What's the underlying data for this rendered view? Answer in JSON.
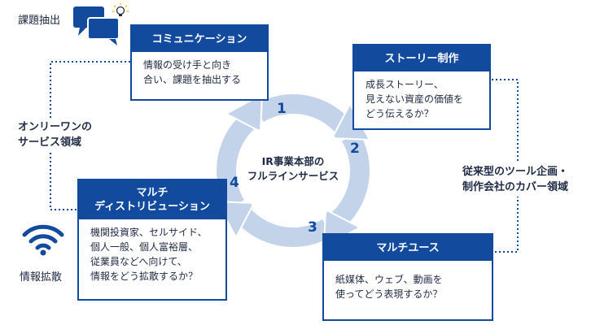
{
  "labels": {
    "issue_extraction": "課題抽出",
    "info_diffusion": "情報拡散",
    "left_note": "オンリーワンの\nサービス領域",
    "right_note": "従来型のツール企画・\n制作会社のカバー領域",
    "center": "IR事業本部の\nフルラインサービス"
  },
  "cycle": {
    "numbers": [
      "1",
      "2",
      "3",
      "4"
    ]
  },
  "cards": {
    "communication": {
      "title": "コミュニケーション",
      "body": "情報の受け手と向き\n合い、課題を抽出する"
    },
    "story": {
      "title": "ストーリー制作",
      "body": "成長ストーリー、\n見えない資産の価値を\nどう伝えるか？"
    },
    "multiuse": {
      "title": "マルチユース",
      "body": "紙媒体、ウェブ、動画を\n使ってどう表現するか？"
    },
    "distribution": {
      "title": "マルチ\nディストリビューション",
      "body": "機関投資家、セルサイド、\n個人一般、個人富裕層、\n従業員などへ向けて、\n情報をどう拡散するか？"
    }
  },
  "colors": {
    "navy": "#124a9e",
    "ring": "#c3d4ea",
    "dots": "#124a9e"
  }
}
